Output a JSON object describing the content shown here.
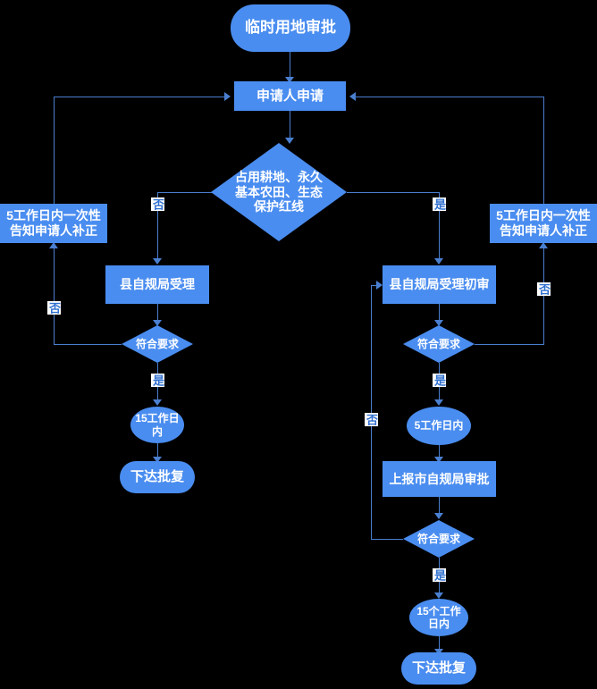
{
  "diagram": {
    "title": "临时用地审批",
    "theme": {
      "background": "#000000",
      "node_fill": "#4a8df0",
      "node_text": "#ffffff",
      "edge_color": "#4a7fd0",
      "edge_label_text": "#2f6fd0",
      "edge_label_bg": "#ffffff"
    },
    "nodes": {
      "start": {
        "label": "临时用地审批",
        "shape": "rounded-rect"
      },
      "apply": {
        "label": "申请人申请",
        "shape": "rect"
      },
      "check_land": {
        "label": "占用耕地、永久基本农田、生态保护红线",
        "line1": "占用耕地、永久",
        "line2": "基本农田、生态",
        "line3": "保护红线",
        "shape": "diamond"
      },
      "notify_left": {
        "label": "5工作日内一次性告知申请人补正",
        "line1": "5工作日内一次性",
        "line2": "告知申请人补正",
        "shape": "rect"
      },
      "notify_right": {
        "label": "5工作日内一次性告知申请人补正",
        "line1": "5工作日内一次性",
        "line2": "告知申请人补正",
        "shape": "rect"
      },
      "county_accept": {
        "label": "县自规局受理",
        "shape": "rect"
      },
      "county_accept_review": {
        "label": "县自规局受理初审",
        "shape": "rect"
      },
      "meets_left": {
        "label": "符合要求",
        "shape": "diamond"
      },
      "meets_right": {
        "label": "符合要求",
        "shape": "diamond"
      },
      "meets_bottom": {
        "label": "符合要求",
        "shape": "diamond"
      },
      "days15_left": {
        "label": "15工作日内",
        "line1": "15工作日",
        "line2": "内",
        "shape": "ellipse"
      },
      "days5_right": {
        "label": "5工作日内",
        "shape": "ellipse"
      },
      "report_city": {
        "label": "上报市自规局审批",
        "shape": "rect"
      },
      "days15_bottom": {
        "label": "15个工作日内",
        "line1": "15个工作",
        "line2": "日内",
        "shape": "ellipse"
      },
      "reply_left": {
        "label": "下达批复",
        "shape": "rounded-rect"
      },
      "reply_bottom": {
        "label": "下达批复",
        "shape": "rounded-rect"
      }
    },
    "edge_labels": {
      "no_left_branch": "否",
      "yes_left_branch": "否",
      "no_left_feedback": "否",
      "yes_left_meets": "是",
      "yes_right_branch": "是",
      "no_right_notify": "否",
      "yes_right_meets": "是",
      "no_bottom_feedback": "否",
      "yes_bottom_meets": "是"
    }
  }
}
